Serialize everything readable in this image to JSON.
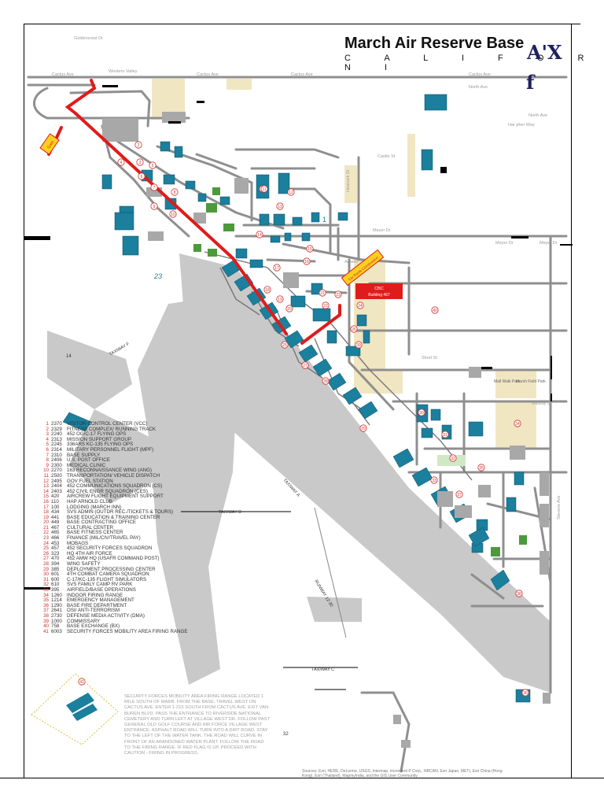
{
  "header": {
    "title": "March Air Reserve Base",
    "subtitle": "C A L I F O R N I",
    "corner_mark": "A'X",
    "corner_glyph": "f"
  },
  "streets": {
    "goldencrest": "Goldencrest Dr",
    "cactus_1": "Cactus Ave",
    "cactus_2": "Cactus Ave",
    "cactus_3": "Cactus Ave",
    "cactus_4": "Cactus Ave",
    "western_valley": "Western Valley",
    "north_ave_1": "North Ave",
    "north_ave_2": "North Ave",
    "harpher": "Har pher Way",
    "castle": "Castle St",
    "heacock": "Heacock St",
    "meyer_1": "Meyer Dr",
    "meyer_2": "Meyer Dr",
    "meyer_3": "Meyer Dr",
    "short": "Short St",
    "midway": "Midway Dr",
    "stevens": "Stevens Ave",
    "adams": "Adams"
  },
  "taxiways": {
    "f": "TAXIWAY F",
    "a": "TAXIWAY A",
    "d": "TAXIWAY D",
    "c": "TAXIWAY C",
    "runway": "RUNWAY 12-30"
  },
  "callouts": {
    "gate": "Gate",
    "cbc": "CBC",
    "cbc_building": "Building 467",
    "new_route": "Car Route Construction",
    "park": "Marsh Field Park",
    "park_small": "Mall Walk Park"
  },
  "map_numbers": [
    "1",
    "2",
    "3",
    "4",
    "5",
    "6",
    "7",
    "8",
    "9",
    "10",
    "11",
    "12",
    "13",
    "14",
    "15",
    "16",
    "17",
    "18",
    "19",
    "20",
    "21",
    "22",
    "23",
    "24",
    "25",
    "26",
    "27",
    "28",
    "29",
    "30",
    "31",
    "32",
    "33",
    "34",
    "35",
    "36",
    "37",
    "38",
    "39",
    "40",
    "41"
  ],
  "legend": [
    {
      "num": "1",
      "bldg": "2370",
      "name": "VISITOR CONTROL CENTER (VCC)"
    },
    {
      "num": "2",
      "bldg": "2329",
      "name": "FITNESS COMPLEX/ RUNNING TRACK"
    },
    {
      "num": "3",
      "bldg": "2240",
      "name": "452 OG/C-17 FLYING OPS"
    },
    {
      "num": "4",
      "bldg": "2313",
      "name": "MISSION SUPPORT GROUP"
    },
    {
      "num": "5",
      "bldg": "2245",
      "name": "336ARS KC-135 FLYING OPS"
    },
    {
      "num": "6",
      "bldg": "2314",
      "name": "MILITARY PERSONNEL FLIGHT (MPF)"
    },
    {
      "num": "7",
      "bldg": "2310",
      "name": "BASE SUPPLY"
    },
    {
      "num": "8",
      "bldg": "2406",
      "name": "U.S. POST OFFICE"
    },
    {
      "num": "9",
      "bldg": "2300",
      "name": "MEDICAL CLINIC"
    },
    {
      "num": "10",
      "bldg": "2270",
      "name": "163 RECONNAISSANCE WING (ANG)"
    },
    {
      "num": "11",
      "bldg": "2500",
      "name": "TRANSPORTATION/ VEHICLE DISPATCH"
    },
    {
      "num": "12",
      "bldg": "2495",
      "name": "GOV FUEL STATION"
    },
    {
      "num": "13",
      "bldg": "2404",
      "name": "452 COMMUNICATIONS SQUADRON (CS)"
    },
    {
      "num": "14",
      "bldg": "2403",
      "name": "452 CIVIL ENGR SQUADRON (CES)"
    },
    {
      "num": "15",
      "bldg": "420",
      "name": "AIRCREW FLIGHT EQUIPMENT SUPPORT"
    },
    {
      "num": "16",
      "bldg": "110",
      "name": "HAP ARNOLD CLUB"
    },
    {
      "num": "17",
      "bldg": "100",
      "name": "LODGING (MARCH INN)"
    },
    {
      "num": "18",
      "bldg": "434",
      "name": "SVS ADMIN (OUTDR REC./TICKETS & TOURS)"
    },
    {
      "num": "19",
      "bldg": "441",
      "name": "BASE EDUCATION & TRAINING CENTER"
    },
    {
      "num": "20",
      "bldg": "449",
      "name": "BASE CONTRACTING OFFICE"
    },
    {
      "num": "21",
      "bldg": "467",
      "name": "CULTURAL CENTER"
    },
    {
      "num": "22",
      "bldg": "465",
      "name": "BASE FITNESS CENTER"
    },
    {
      "num": "23",
      "bldg": "466",
      "name": "FINANCE (MIL/CIV/TRAVEL PAY)"
    },
    {
      "num": "24",
      "bldg": "453",
      "name": "MOBAGS"
    },
    {
      "num": "25",
      "bldg": "457",
      "name": "452 SECURITY FORCES SQUADRON"
    },
    {
      "num": "26",
      "bldg": "323",
      "name": "HQ 4TH AIR FORCE"
    },
    {
      "num": "27",
      "bldg": "470",
      "name": "452 AMW HQ (USAFR COMMAND POST)"
    },
    {
      "num": "28",
      "bldg": "394",
      "name": "WING SAFETY"
    },
    {
      "num": "29",
      "bldg": "385",
      "name": "DEPLOYMENT PROCESSING CENTER"
    },
    {
      "num": "30",
      "bldg": "601",
      "name": "4TH COMBAT CAMERA SQUADRON"
    },
    {
      "num": "31",
      "bldg": "600",
      "name": "C-17/KC-135 FLIGHT SIMULATORS"
    },
    {
      "num": "32",
      "bldg": "610",
      "name": "SVS FAMILY CAMP RV PARK"
    },
    {
      "num": "33",
      "bldg": "395",
      "name": "AIRFIELD/BASE OPERATIONS"
    },
    {
      "num": "34",
      "bldg": "1260",
      "name": "INDOOR FIRING RANGE"
    },
    {
      "num": "35",
      "bldg": "1214",
      "name": "EMERGENCY MANAGEMENT"
    },
    {
      "num": "36",
      "bldg": "1290",
      "name": "BASE FIRE DEPARTMENT"
    },
    {
      "num": "37",
      "bldg": "2641",
      "name": "OSI/ ANTI-TERRORISM"
    },
    {
      "num": "38",
      "bldg": "2730",
      "name": "DEFENSE MEDIA ACTIVITY (DMA)"
    },
    {
      "num": "39",
      "bldg": "1000",
      "name": "COMMISSARY"
    },
    {
      "num": "40",
      "bldg": "758",
      "name": "BASE EXCHANGE (BX)"
    },
    {
      "num": "41",
      "bldg": "6003",
      "name": "SECURITY FORCES MOBILITY AREA FIRING RANGE"
    }
  ],
  "note": "SECURITY FORCES MOBILITY AREA FIRING RANGE LOCATED 1 MILE SOUTH OF MARB. FROM THE BASE, TRAVEL WEST ON CACTUS AVE. ENTER 1-215 SOUTH FROM CACTUS AVE. EXIT VAN BUREN BLVD. PASS THE ENTRANCE TO RIVERSIDE NATIONAL CEMETERY AND TURN LEFT AT VILLAGE WEST DR. FOLLOW PAST GENERAL OLD GOLF COURSE AND AIR FORCE VILLAGE WEST ENTRANCE. ASPHALT ROAD WILL TURN INTO A DIRT ROAD. STAY TO THE LEFT OF THE WATER TANK. THE ROAD WILL CURVE IN FRONT OF AN ABANDONED WATER PLANT. FOLLOW THE ROAD TO THE FIRING RANGE. IF RED FLAG IS UP, PROCEED WITH CAUTION - FIRING IN PROGRESS.",
  "credits": "Sources: Esri, HERE, DeLorme, USGS, Intermap, increment P Corp., NRCAN, Esri Japan, METI, Esri China (Hong Kong), Esri (Thailand), MapmyIndia, and the GIS User Community",
  "misc_labels": {
    "b14": "14",
    "b32": "32",
    "b1": "1",
    "b23": "23"
  },
  "colors": {
    "road": "#8f8f8f",
    "runway": "#c8c8c8",
    "building": "#1b7f9e",
    "route": "#e01b1b",
    "grass": "#4c9a3c",
    "sand": "#f1e6c2",
    "marker": "#d0312d"
  }
}
